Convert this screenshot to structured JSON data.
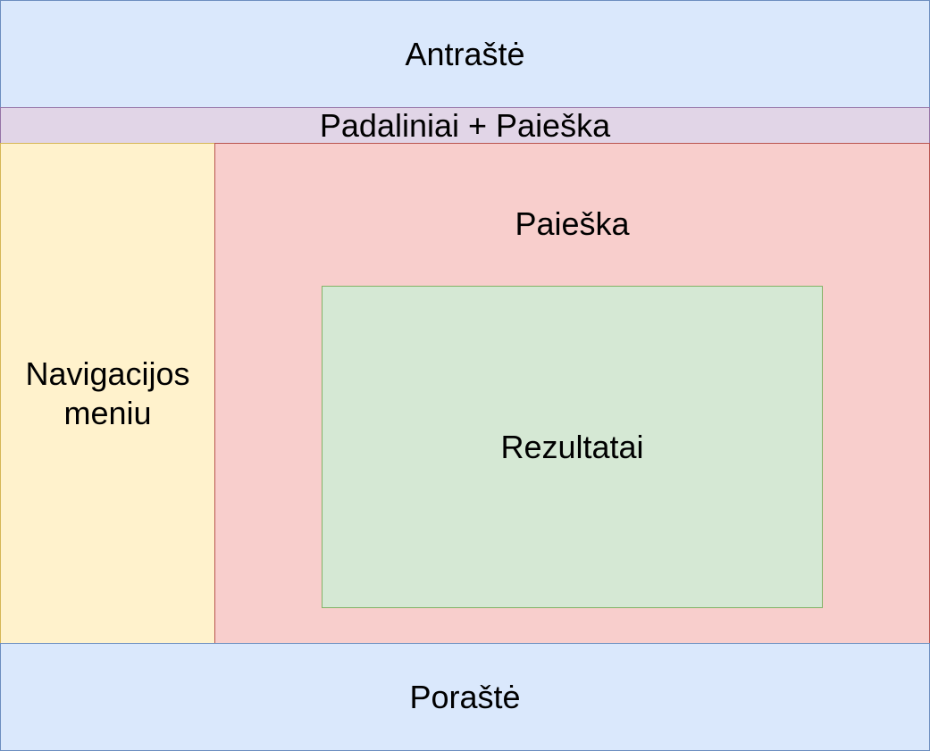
{
  "header": {
    "label": "Antraštė"
  },
  "subbar": {
    "label": "Padaliniai + Paieška"
  },
  "nav": {
    "label": "Navigacijos\nmeniu"
  },
  "search_area": {
    "label": "Paieška"
  },
  "results": {
    "label": "Rezultatai"
  },
  "footer": {
    "label": "Poraštė"
  },
  "colors": {
    "header_fill": "#dae8fc",
    "subbar_fill": "#e1d5e7",
    "nav_fill": "#fff2cc",
    "search_fill": "#f8cecc",
    "results_fill": "#d5e8d4",
    "footer_fill": "#dae8fc"
  }
}
